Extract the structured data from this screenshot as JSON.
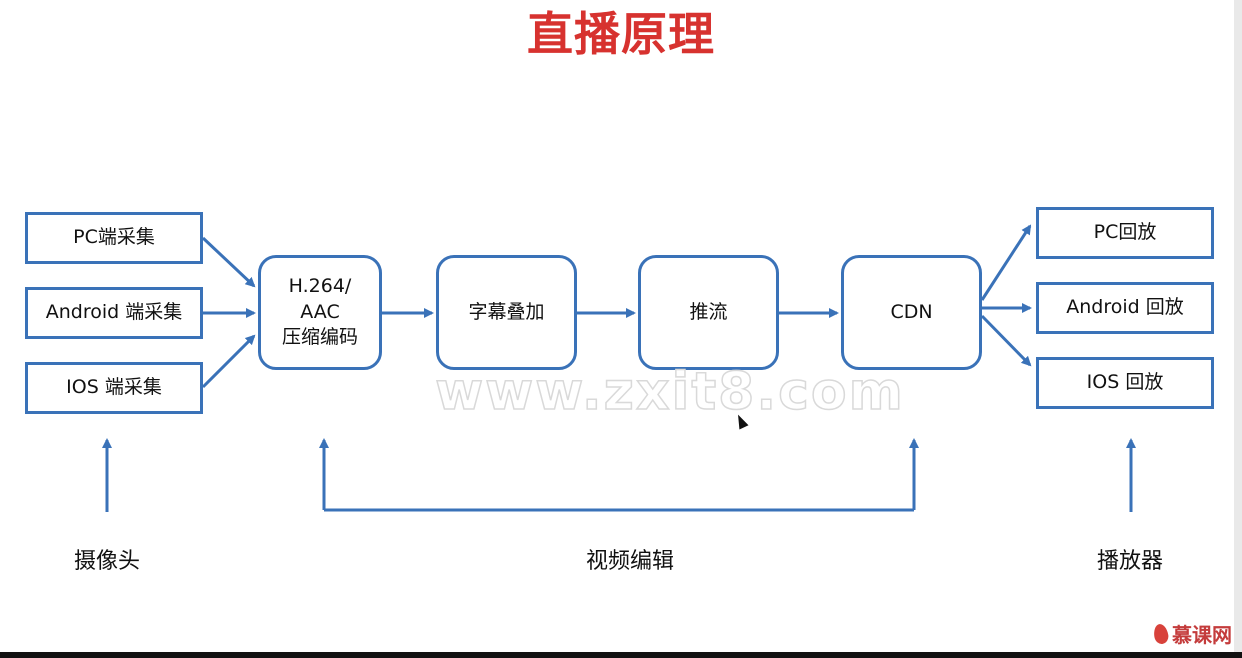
{
  "title": "直播原理",
  "sources": {
    "pc": "PC端采集",
    "android": "Android 端采集",
    "ios": "IOS 端采集"
  },
  "pipeline": {
    "encode": "H.264/\nAAC\n压缩编码",
    "subtitle": "字幕叠加",
    "push": "推流",
    "cdn": "CDN"
  },
  "outputs": {
    "pc": "PC回放",
    "android": "Android 回放",
    "ios": "IOS 回放"
  },
  "labels": {
    "camera": "摄像头",
    "video_edit": "视频编辑",
    "player": "播放器"
  },
  "watermark": "www.zxit8.com",
  "brand": "慕课网",
  "colors": {
    "title": "#d7322f",
    "box_border": "#3a72b8",
    "arrow": "#3a72b8"
  }
}
